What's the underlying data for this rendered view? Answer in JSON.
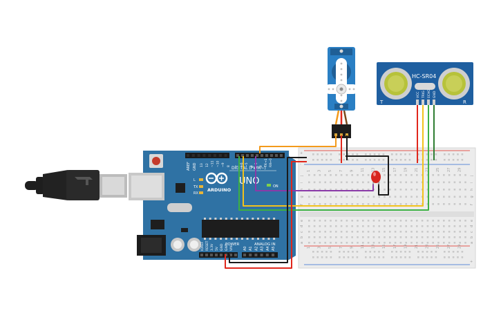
{
  "arduino": {
    "brand": "ARDUINO",
    "model": "UNO",
    "digital_header": "DIGITAL (PWM~)",
    "power_header": "POWER",
    "analog_header": "ANALOG IN",
    "on_led": "ON",
    "tx": "TX",
    "rx": "RX",
    "l_led": "L",
    "aref": "AREF",
    "gnd": "GND",
    "digital_pins": [
      "13",
      "12",
      "~11",
      "~10",
      "~9",
      "8",
      "7",
      "~6",
      "~5",
      "4",
      "~3",
      "2",
      "TX→1",
      "RX←0"
    ],
    "power_pins": [
      "IOREF",
      "RESET",
      "3.3V",
      "5V",
      "GND",
      "GND",
      "VIN"
    ],
    "analog_pins": [
      "A0",
      "A1",
      "A2",
      "A3",
      "A4",
      "A5"
    ]
  },
  "sensor": {
    "model": "HC-SR04",
    "t_label": "T",
    "r_label": "R",
    "pins": [
      "VCC",
      "TRIG",
      "ECHO",
      "GND"
    ]
  },
  "breadboard": {
    "row_letters_top": [
      "j",
      "i",
      "h",
      "g",
      "f"
    ],
    "row_letters_bottom": [
      "e",
      "d",
      "c",
      "b",
      "a"
    ],
    "column_numbers": [
      "1",
      "3",
      "5",
      "7",
      "9",
      "11",
      "13",
      "15",
      "17",
      "19",
      "21",
      "23",
      "25",
      "27",
      "29"
    ],
    "plus": "+",
    "minus": "-"
  },
  "colors": {
    "board": "#2f72a4",
    "sensor": "#1f5fa0",
    "servo": "#2a7fc4",
    "wire_red": "#e0261b",
    "wire_black": "#1a1a1a",
    "wire_orange": "#f39a1b",
    "wire_yellow": "#f2c21b",
    "wire_green": "#3cb043",
    "wire_purple": "#8a3aa8",
    "led": "#d8261e"
  }
}
